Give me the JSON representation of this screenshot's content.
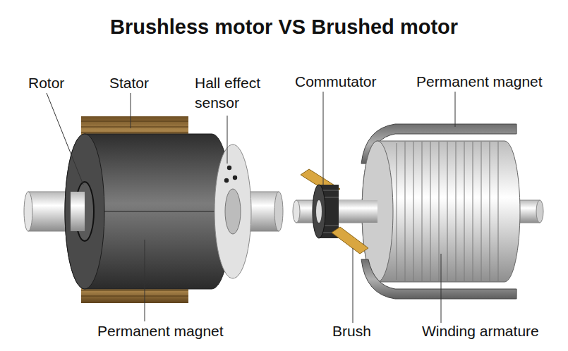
{
  "diagram": {
    "title": "Brushless motor VS Brushed motor",
    "labels": [
      "Rotor",
      "Stator",
      "Hall effect sensor",
      "Commutator",
      "Permanent magnet",
      "Permanent magnet",
      "Brush",
      "Winding armature"
    ]
  }
}
